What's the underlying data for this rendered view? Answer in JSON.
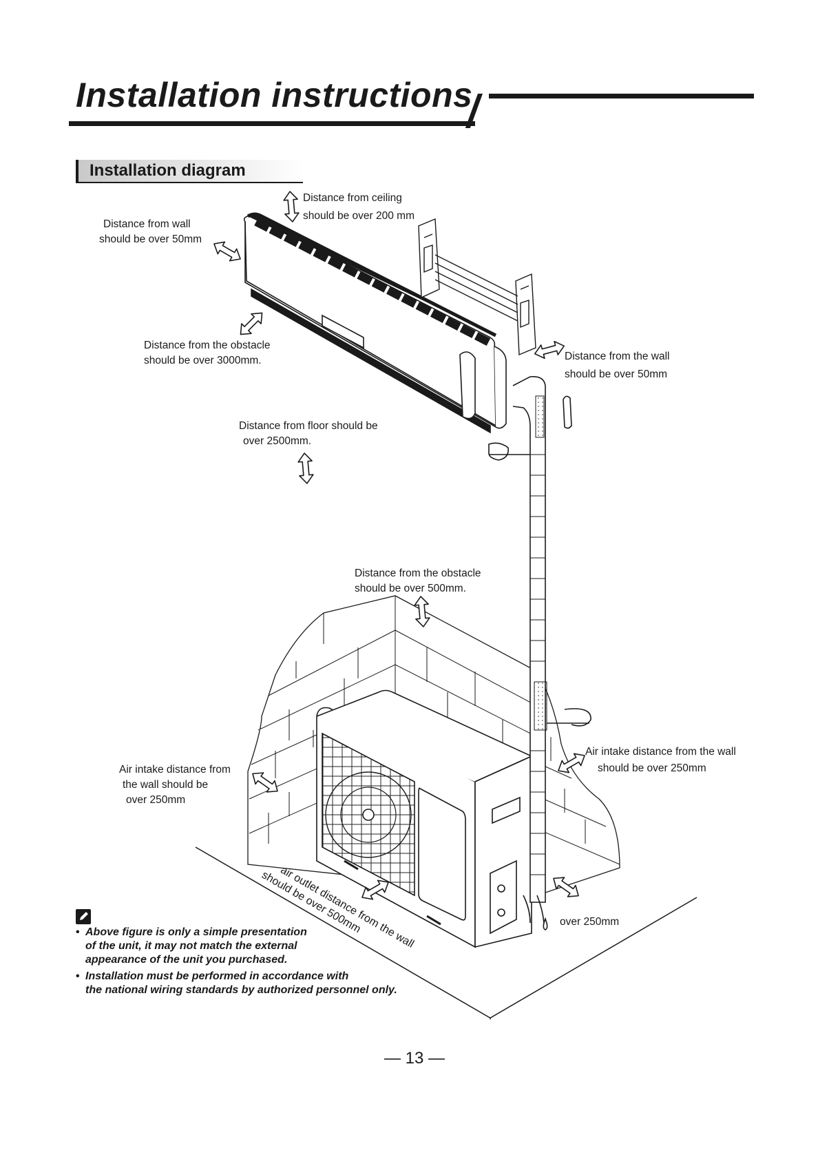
{
  "header": {
    "title": "Installation instructions",
    "section": "Installation diagram"
  },
  "labels": {
    "ceiling": [
      "Distance from ceiling",
      "should be over 200 mm"
    ],
    "wall_left": [
      "Distance from wall",
      "should be over 50mm"
    ],
    "obstacle_front": [
      "Distance from the obstacle",
      "should be over 3000mm."
    ],
    "wall_right": [
      "Distance from the wall",
      "should be over 50mm"
    ],
    "floor": [
      "Distance from floor  should be",
      "over 2500mm."
    ],
    "obstacle_top": [
      "Distance from the obstacle",
      "should be over 500mm."
    ],
    "intake_right": [
      "Air intake distance from  the wall",
      "should be over 250mm"
    ],
    "intake_left": [
      "Air intake distance from",
      "the wall should be",
      "over 250mm"
    ],
    "outlet": [
      "air outlet distance from the wall",
      "should be over 500mm"
    ],
    "side": "over 250mm"
  },
  "notes": [
    [
      "Above figure is only a simple presentation",
      "of the unit, it may not match the external",
      "appearance of the unit you purchased."
    ],
    [
      "Installation must be performed in accordance with",
      "the national wiring standards by authorized personnel only."
    ]
  ],
  "page_number": "— 13 —",
  "icons": {
    "note": "pencil-note-icon",
    "arrow": "double-arrow-icon"
  }
}
